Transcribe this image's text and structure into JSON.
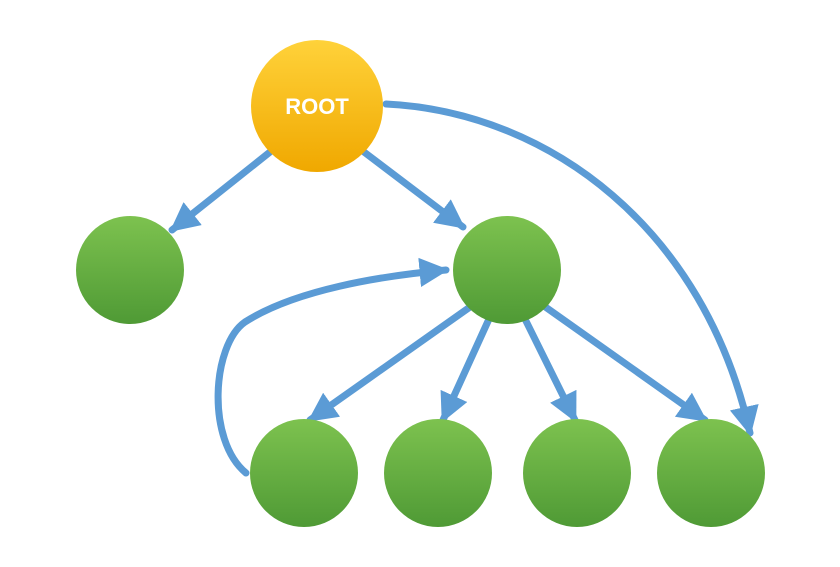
{
  "diagram": {
    "colors": {
      "root_fill_top": "#ffd23a",
      "root_fill_bottom": "#f0a800",
      "node_fill_top": "#7dc24f",
      "node_fill_bottom": "#4f9a35",
      "edge": "#5b9bd5"
    },
    "nodes": [
      {
        "id": "root",
        "label": "ROOT",
        "kind": "root"
      },
      {
        "id": "left",
        "label": "",
        "kind": "child"
      },
      {
        "id": "center",
        "label": "",
        "kind": "child"
      },
      {
        "id": "bottom-1",
        "label": "",
        "kind": "child"
      },
      {
        "id": "bottom-2",
        "label": "",
        "kind": "child"
      },
      {
        "id": "bottom-3",
        "label": "",
        "kind": "child"
      },
      {
        "id": "bottom-4",
        "label": "",
        "kind": "child"
      }
    ],
    "edges": [
      {
        "from": "root",
        "to": "left"
      },
      {
        "from": "root",
        "to": "center"
      },
      {
        "from": "root",
        "to": "bottom-4"
      },
      {
        "from": "center",
        "to": "bottom-1"
      },
      {
        "from": "center",
        "to": "bottom-2"
      },
      {
        "from": "center",
        "to": "bottom-3"
      },
      {
        "from": "center",
        "to": "bottom-4"
      },
      {
        "from": "bottom-1",
        "to": "center"
      }
    ]
  }
}
